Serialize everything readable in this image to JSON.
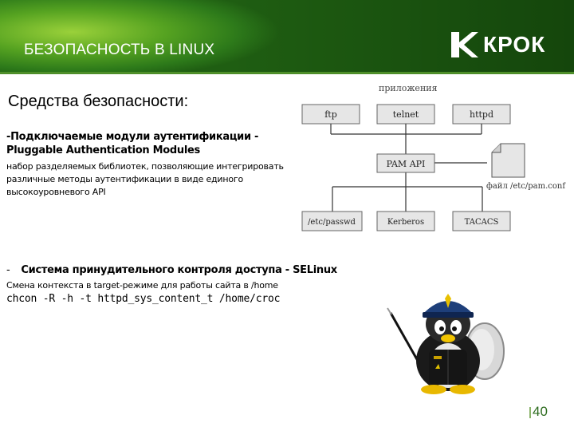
{
  "header": {
    "title": "БЕЗОПАСНОСТЬ В LINUX",
    "logo_text": "КРОК"
  },
  "section_title": "Средства безопасности:",
  "pam": {
    "title": "-Подключаемые модули аутентификации - Pluggable Authentication Modules",
    "description": "набор разделяемых библиотек, позволяющие интегрировать различные методы аутентификации в виде единого высокоуровневого API"
  },
  "selinux": {
    "dash": "-",
    "title": "Система принудительного контроля доступа - SELinux",
    "description": "Смена контекста в target-режиме для работы сайта в /home",
    "command": "chcon -R -h -t httpd_sys_content_t /home/croc"
  },
  "diagram": {
    "apps_label": "приложения",
    "apps": [
      "ftp",
      "telnet",
      "httpd"
    ],
    "core": "PAM API",
    "config_label": "файл /etc/pam.conf",
    "modules": [
      "/etc/passwd",
      "Kerberos",
      "TACACS"
    ]
  },
  "page_number": "40",
  "colors": {
    "header_green": "#2d7a1a",
    "accent_green": "#4f8f2a",
    "page_num": "#2d6b1f"
  }
}
